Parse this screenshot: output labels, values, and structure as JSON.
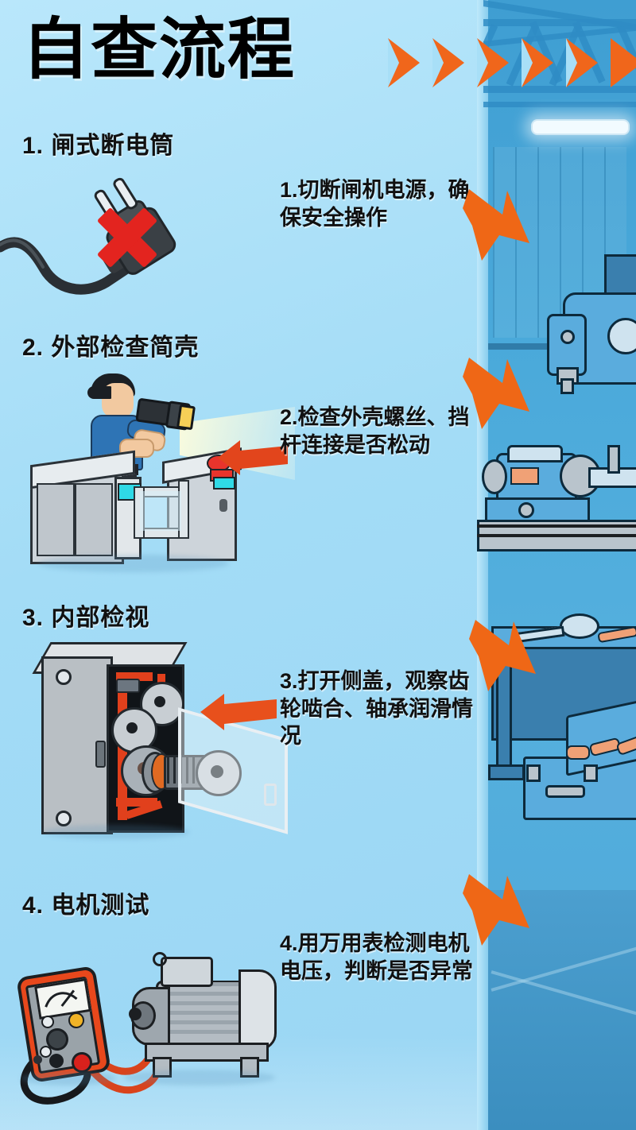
{
  "poster": {
    "title": "自查流程",
    "accent_orange": "#f0661b",
    "arrow_red": "#e2451c",
    "bg_left": "#a3dcf6",
    "bg_right": "#4aa9da",
    "text_color": "#111111"
  },
  "chevrons": {
    "count": 6,
    "label": "flow-chevrons"
  },
  "steps": [
    {
      "heading": "1. 闸式断电筒",
      "body": "1.切断闸机电源，确保安全操作",
      "illustration": "power-plug-disconnect",
      "down_arrow": true
    },
    {
      "heading": "2. 外部检查简壳",
      "body": "2.检查外壳螺丝、挡杆连接是否松动",
      "illustration": "worker-flashlight-turnstile",
      "down_arrow": true
    },
    {
      "heading": "3. 内部检视",
      "body": "3.打开侧盖，观察齿轮啮合、轴承润滑情况",
      "illustration": "open-cabinet-gears",
      "down_arrow": true
    },
    {
      "heading": "4. 电机测试",
      "body": "4.用万用表检测电机电压，判断是否异常",
      "illustration": "multimeter-motor",
      "down_arrow": true
    }
  ],
  "right_panel": {
    "name": "factory-workshop-scene",
    "elements": [
      "ceiling-truss",
      "fluorescent-tube-light",
      "drill-press-machine",
      "lathe-machine",
      "workbench-with-tools",
      "open-toolbox"
    ]
  }
}
